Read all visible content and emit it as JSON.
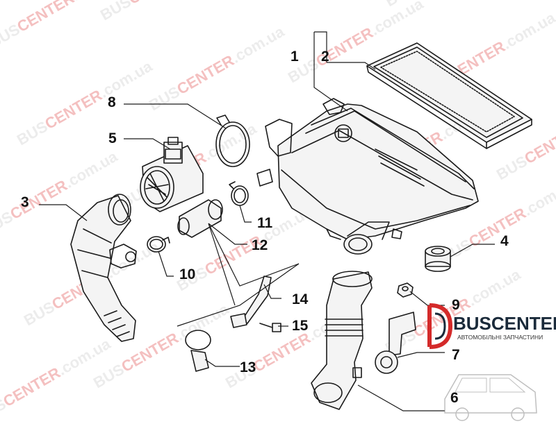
{
  "callouts": [
    {
      "id": "1",
      "label": "1"
    },
    {
      "id": "2",
      "label": "2"
    },
    {
      "id": "3",
      "label": "3"
    },
    {
      "id": "4",
      "label": "4"
    },
    {
      "id": "5",
      "label": "5"
    },
    {
      "id": "6",
      "label": "6"
    },
    {
      "id": "7",
      "label": "7"
    },
    {
      "id": "8",
      "label": "8"
    },
    {
      "id": "9",
      "label": "9"
    },
    {
      "id": "10",
      "label": "10"
    },
    {
      "id": "11",
      "label": "11"
    },
    {
      "id": "12",
      "label": "12"
    },
    {
      "id": "13",
      "label": "13"
    },
    {
      "id": "14",
      "label": "14"
    },
    {
      "id": "15",
      "label": "15"
    }
  ],
  "watermark": {
    "brand_left": "BUS",
    "brand_right": "CENTER",
    "domain": ".com.ua",
    "color_brand": "#e04a4a",
    "color_domain": "#c8c8c8"
  },
  "logo": {
    "name": "BUSCENTER",
    "tagline": "АВТОМОБІЛЬНІ ЗАПЧАСТИНИ",
    "color_red": "#d42a2a",
    "color_dark": "#1a2a3a"
  }
}
